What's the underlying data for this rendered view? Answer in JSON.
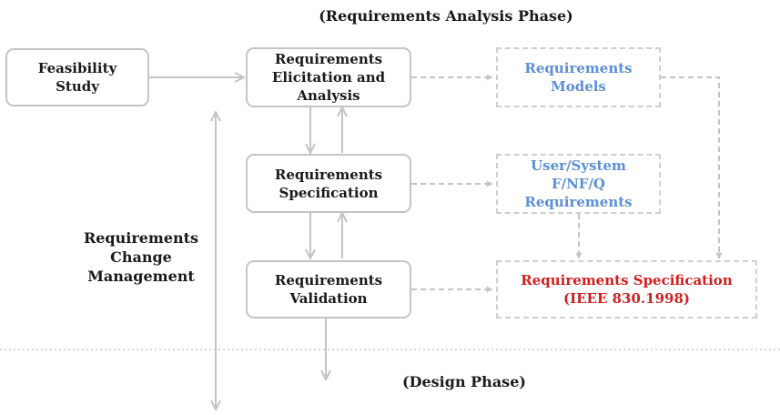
{
  "title": "(Requirements Analysis Phase)",
  "footer": "(Design Phase)",
  "side_label": [
    "Requirements",
    "Change",
    "Management"
  ],
  "process": {
    "feasibility": [
      "Feasibility",
      "Study"
    ],
    "elicitation": [
      "Requirements",
      "Elicitation and",
      "Analysis"
    ],
    "specification": [
      "Requirements",
      "Specification"
    ],
    "validation": [
      "Requirements",
      "Validation"
    ]
  },
  "outputs": {
    "models": [
      "Requirements",
      "Models"
    ],
    "user_system": [
      "User/System",
      "F/NF/Q",
      "Requirements"
    ],
    "srs": [
      "Requirements Specification",
      "(IEEE 830.1998)"
    ]
  },
  "colors": {
    "line": "#c4c4c4",
    "output_text": "#5b8fd6",
    "srs_text": "#d11f1f"
  }
}
